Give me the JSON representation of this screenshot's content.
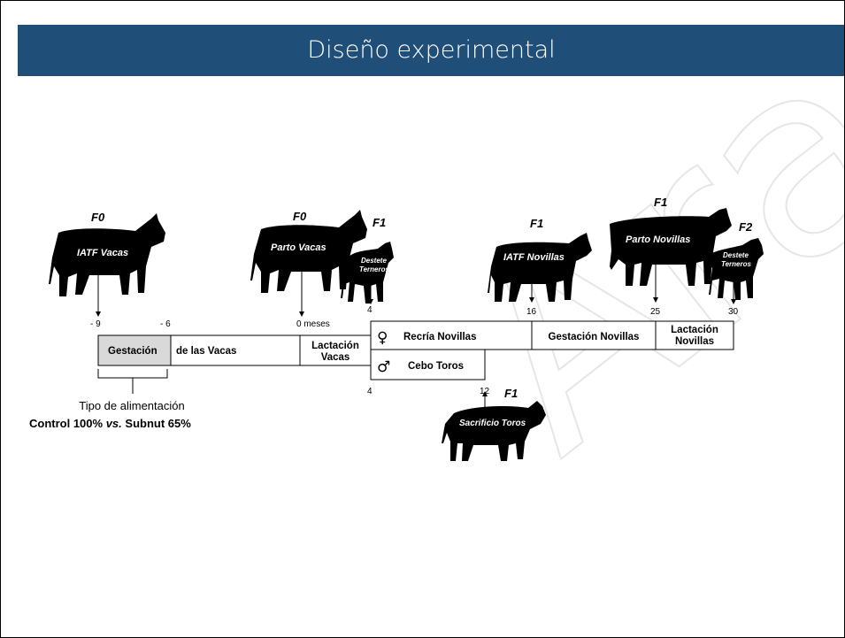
{
  "title": "Diseño experimental",
  "watermark": "Aragón",
  "generation_labels": {
    "f0_iatf": "F0",
    "f0_parto": "F0",
    "f1_destete": "F1",
    "f1_iatf": "F1",
    "f1_parto": "F1",
    "f2_destete": "F2",
    "f1_sacrificio": "F1"
  },
  "animal_labels": {
    "iatf_vacas": "IATF Vacas",
    "parto_vacas": "Parto Vacas",
    "destete_terneros_1_a": "Destete",
    "destete_terneros_1_b": "Terneros",
    "iatf_novillas": "IATF Novillas",
    "parto_novillas": "Parto Novillas",
    "destete_terneros_2_a": "Destete",
    "destete_terneros_2_b": "Terneros",
    "sacrificio_toros": "Sacrificio Toros"
  },
  "timeline_ticks": {
    "m9": "- 9",
    "m6": "- 6",
    "zero": "0 meses",
    "four_top": "4",
    "sixteen": "16",
    "twentyfive": "25",
    "thirty": "30",
    "four_bottom": "4",
    "twelve": "12"
  },
  "phases": {
    "gestacion": "Gestación",
    "de_las_vacas": "de las Vacas",
    "lactacion_vacas_a": "Lactación",
    "lactacion_vacas_b": "Vacas",
    "recria_novillas": "Recría Novillas",
    "gestacion_novillas": "Gestación Novillas",
    "lactacion_novillas_a": "Lactación",
    "lactacion_novillas_b": "Novillas",
    "cebo_toros": "Cebo Toros",
    "female_symbol": "♀",
    "male_symbol": "♂"
  },
  "feeding": {
    "label": "Tipo de alimentación",
    "control": "Control 100%",
    "vs": "vs.",
    "subnut": "Subnut 65%"
  }
}
